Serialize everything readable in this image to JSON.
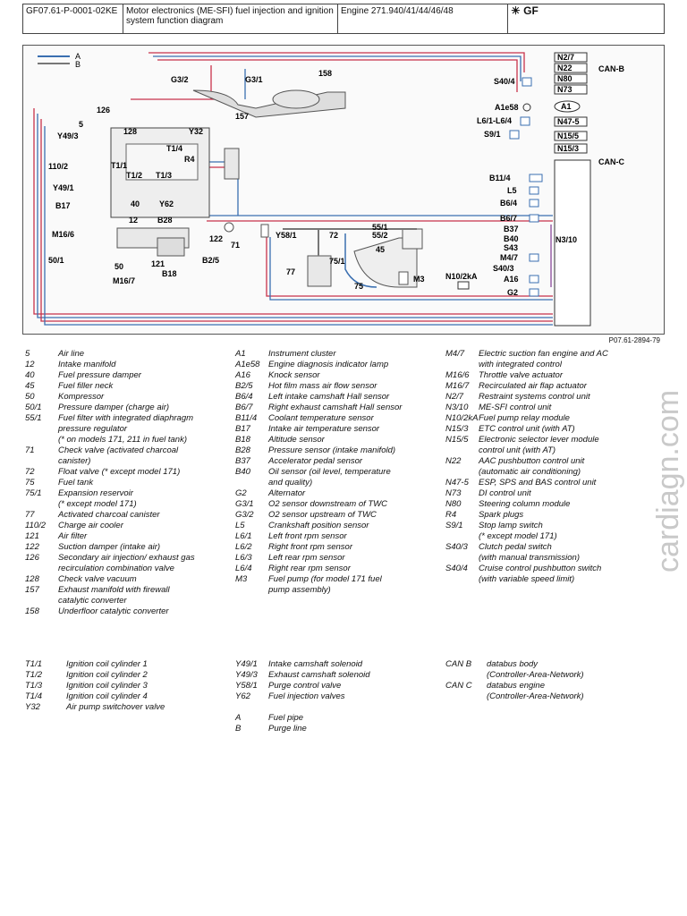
{
  "header": {
    "doc_id": "GF07.61-P-0001-02KE",
    "title": "Motor electronics (ME-SFI) fuel injection and ignition system function diagram",
    "engine": "Engine 271.940/41/44/46/48",
    "gf_mark": "GF"
  },
  "diagram": {
    "line_key": {
      "a": "A",
      "b": "B"
    },
    "figure_ref": "P07.61-2894-79",
    "labels": {
      "n2_7": "N2/7",
      "n22": "N22",
      "n80": "N80",
      "n73": "N73",
      "can_b": "CAN-B",
      "s40_4": "S40/4",
      "a1e58": "A1e58",
      "a1": "A1",
      "l6_1_l6_4": "L6/1-L6/4",
      "n47_5": "N47-5",
      "s9_1": "S9/1",
      "n15_5": "N15/5",
      "n15_3": "N15/3",
      "can_c": "CAN-C",
      "b11_4": "B11/4",
      "l5": "L5",
      "b6_4": "B6/4",
      "b6_7": "B6/7",
      "b37": "B37",
      "b40": "B40",
      "s43": "S43",
      "n3_10": "N3/10",
      "m4_7": "M4/7",
      "s40_3": "S40/3",
      "a16": "A16",
      "g2": "G2",
      "n10_2ka": "N10/2kA",
      "m3": "M3",
      "g3_2": "G3/2",
      "g3_1": "G3/1",
      "c158": "158",
      "c157": "157",
      "c126": "126",
      "c5": "5",
      "y49_3": "Y49/3",
      "c128": "128",
      "y32": "Y32",
      "t1_4": "T1/4",
      "r4": "R4",
      "c110_2": "110/2",
      "t1_1": "T1/1",
      "t1_2": "T1/2",
      "t1_3": "T1/3",
      "y49_1": "Y49/1",
      "b17": "B17",
      "c40": "40",
      "y62": "Y62",
      "m16_6": "M16/6",
      "c12": "12",
      "b28": "B28",
      "c122": "122",
      "c71": "71",
      "y58_1": "Y58/1",
      "c72": "72",
      "c55_1": "55/1",
      "c55_2": "55/2",
      "c45": "45",
      "c50_1": "50/1",
      "c50": "50",
      "c121": "121",
      "b2_5": "B2/5",
      "m16_7": "M16/7",
      "b18": "B18",
      "c77": "77",
      "c75_1": "75/1",
      "c75": "75"
    }
  },
  "legend": {
    "col1": [
      {
        "code": "5",
        "desc": "Air line"
      },
      {
        "code": "12",
        "desc": "Intake manifold"
      },
      {
        "code": "40",
        "desc": "Fuel pressure damper"
      },
      {
        "code": "45",
        "desc": "Fuel filler neck"
      },
      {
        "code": "50",
        "desc": "Kompressor"
      },
      {
        "code": "50/1",
        "desc": "Pressure damper (charge air)"
      },
      {
        "code": "55/1",
        "desc": "Fuel filter with integrated diaphragm"
      },
      {
        "code": "",
        "desc": "pressure regulator"
      },
      {
        "code": "",
        "desc": "(* on models 171, 211 in fuel tank)"
      },
      {
        "code": "71",
        "desc": "Check valve (activated charcoal"
      },
      {
        "code": "",
        "desc": "canister)"
      },
      {
        "code": "72",
        "desc": "Float valve (* except model 171)"
      },
      {
        "code": "75",
        "desc": "Fuel tank"
      },
      {
        "code": "75/1",
        "desc": "Expansion reservoir"
      },
      {
        "code": "",
        "desc": "(* except model 171)"
      },
      {
        "code": "77",
        "desc": "Activated charcoal canister"
      },
      {
        "code": "110/2",
        "desc": "Charge air cooler"
      },
      {
        "code": "121",
        "desc": "Air filter"
      },
      {
        "code": "122",
        "desc": "Suction damper (intake air)"
      },
      {
        "code": "126",
        "desc": "Secondary air injection/ exhaust gas"
      },
      {
        "code": "",
        "desc": "recirculation combination valve"
      },
      {
        "code": "128",
        "desc": "Check valve vacuum"
      },
      {
        "code": "157",
        "desc": "Exhaust manifold with firewall"
      },
      {
        "code": "",
        "desc": "catalytic converter"
      },
      {
        "code": "158",
        "desc": "Underfloor catalytic converter"
      }
    ],
    "col2": [
      {
        "code": "A1",
        "desc": "Instrument cluster"
      },
      {
        "code": "A1e58",
        "desc": "Engine diagnosis indicator lamp"
      },
      {
        "code": "A16",
        "desc": "Knock sensor"
      },
      {
        "code": "B2/5",
        "desc": "Hot film mass air flow sensor"
      },
      {
        "code": "B6/4",
        "desc": "Left intake camshaft Hall sensor"
      },
      {
        "code": "B6/7",
        "desc": "Right exhaust camshaft Hall sensor"
      },
      {
        "code": "B11/4",
        "desc": "Coolant temperature sensor"
      },
      {
        "code": "B17",
        "desc": "Intake air temperature sensor"
      },
      {
        "code": "B18",
        "desc": "Altitude sensor"
      },
      {
        "code": "B28",
        "desc": "Pressure sensor (intake manifold)"
      },
      {
        "code": "B37",
        "desc": "Accelerator pedal sensor"
      },
      {
        "code": "B40",
        "desc": "Oil sensor (oil level, temperature"
      },
      {
        "code": "",
        "desc": "and quality)"
      },
      {
        "code": "G2",
        "desc": "Alternator"
      },
      {
        "code": "G3/1",
        "desc": "O2 sensor downstream of TWC"
      },
      {
        "code": "G3/2",
        "desc": "O2 sensor upstream of TWC"
      },
      {
        "code": "L5",
        "desc": "Crankshaft position sensor"
      },
      {
        "code": "L6/1",
        "desc": "Left front rpm sensor"
      },
      {
        "code": "L6/2",
        "desc": "Right front rpm sensor"
      },
      {
        "code": "L6/3",
        "desc": "Left rear rpm sensor"
      },
      {
        "code": "L6/4",
        "desc": "Right rear rpm sensor"
      },
      {
        "code": "M3",
        "desc": "Fuel pump (for model 171 fuel"
      },
      {
        "code": "",
        "desc": "pump assembly)"
      }
    ],
    "col3": [
      {
        "code": "M4/7",
        "desc": "Electric suction fan engine and AC"
      },
      {
        "code": "",
        "desc": "with integrated control"
      },
      {
        "code": "M16/6",
        "desc": "Throttle valve actuator"
      },
      {
        "code": "M16/7",
        "desc": "Recirculated air flap actuator"
      },
      {
        "code": "N2/7",
        "desc": "Restraint systems control unit"
      },
      {
        "code": "N3/10",
        "desc": "ME-SFI control unit"
      },
      {
        "code": "N10/2kA",
        "desc": "Fuel pump relay module"
      },
      {
        "code": "N15/3",
        "desc": "ETC control unit (with AT)"
      },
      {
        "code": "N15/5",
        "desc": "Electronic selector lever module"
      },
      {
        "code": "",
        "desc": "control unit (with AT)"
      },
      {
        "code": "N22",
        "desc": "AAC pushbutton control unit"
      },
      {
        "code": "",
        "desc": "(automatic air conditioning)"
      },
      {
        "code": "N47-5",
        "desc": "ESP, SPS and BAS control unit"
      },
      {
        "code": "N73",
        "desc": "DI control unit"
      },
      {
        "code": "N80",
        "desc": "Steering column module"
      },
      {
        "code": "R4",
        "desc": "Spark plugs"
      },
      {
        "code": "S9/1",
        "desc": "Stop lamp switch"
      },
      {
        "code": "",
        "desc": "(* except model 171)"
      },
      {
        "code": "S40/3",
        "desc": "Clutch pedal switch"
      },
      {
        "code": "",
        "desc": "(with manual transmission)"
      },
      {
        "code": "S40/4",
        "desc": "Cruise control pushbutton switch"
      },
      {
        "code": "",
        "desc": "(with variable speed limit)"
      }
    ],
    "col1b": [
      {
        "code": "T1/1",
        "desc": "Ignition coil cylinder 1"
      },
      {
        "code": "T1/2",
        "desc": "Ignition coil cylinder 2"
      },
      {
        "code": "T1/3",
        "desc": "Ignition coil cylinder 3"
      },
      {
        "code": "T1/4",
        "desc": "Ignition coil cylinder 4"
      },
      {
        "code": "Y32",
        "desc": "Air pump switchover valve"
      }
    ],
    "col2b": [
      {
        "code": "Y49/1",
        "desc": "Intake camshaft solenoid"
      },
      {
        "code": "Y49/3",
        "desc": "Exhaust camshaft solenoid"
      },
      {
        "code": "Y58/1",
        "desc": "Purge control valve"
      },
      {
        "code": "Y62",
        "desc": "Fuel injection valves"
      },
      {
        "code": "",
        "desc": ""
      },
      {
        "code": "A",
        "desc": "Fuel pipe"
      },
      {
        "code": "B",
        "desc": "Purge line"
      }
    ],
    "col3b": [
      {
        "code": "CAN B",
        "desc": "databus body"
      },
      {
        "code": "",
        "desc": "(Controller-Area-Network)"
      },
      {
        "code": "CAN C",
        "desc": "databus engine"
      },
      {
        "code": "",
        "desc": "(Controller-Area-Network)"
      }
    ]
  },
  "watermark": "cardiagn.com",
  "colors": {
    "wire_red": "#c8324a",
    "wire_blue": "#3a6fb0",
    "wire_purple": "#8a4a9a",
    "pipe_grey": "#777777",
    "watermark": "#c9c9c9"
  }
}
